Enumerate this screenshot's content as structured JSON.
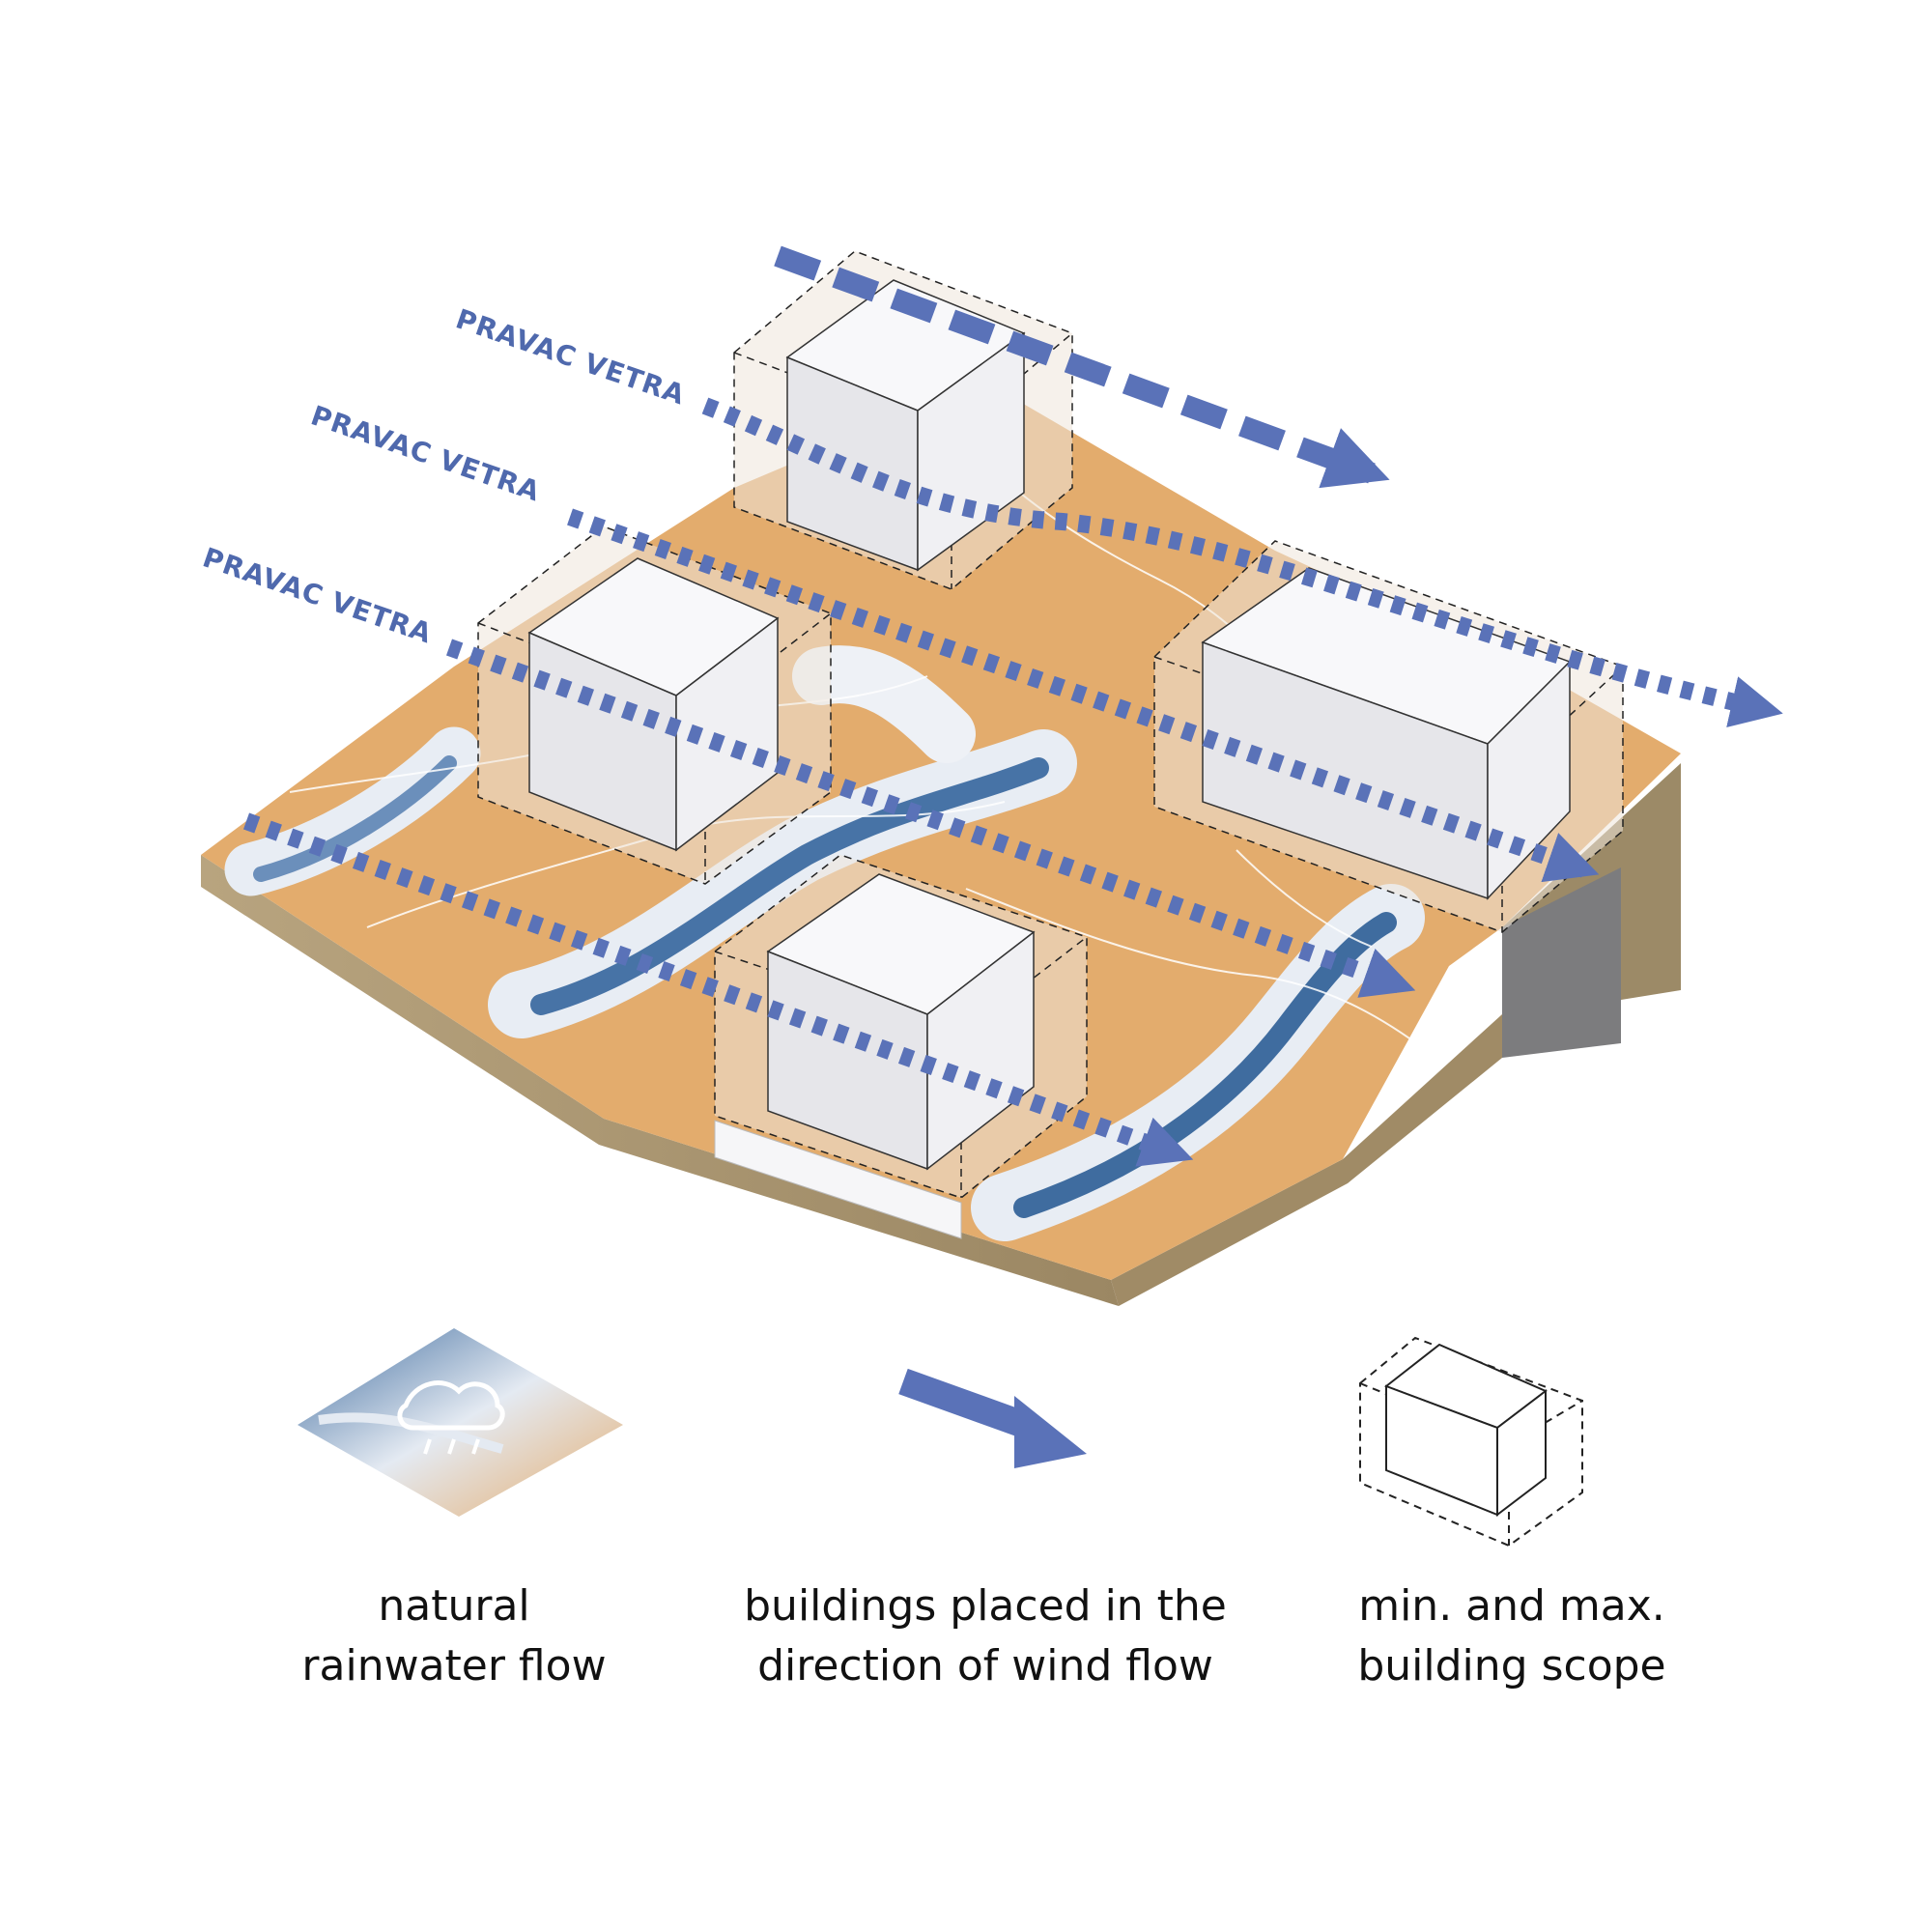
{
  "colors": {
    "terrain": "#e3ac6d",
    "terrain_side": "#a9946f",
    "water": "#3f6c9f",
    "wind_arrow": "#5a72b8",
    "building": "#f4f4f6"
  },
  "wind_labels": [
    "PRAVAC VETRA",
    "PRAVAC VETRA",
    "PRAVAC VETRA"
  ],
  "legend": {
    "rainwater": {
      "icon": "rain-cloud-icon",
      "line1": "natural",
      "line2": "rainwater flow"
    },
    "wind": {
      "icon": "wind-arrow-icon",
      "line1": "buildings placed in the",
      "line2": "direction of wind flow"
    },
    "scope": {
      "icon": "building-scope-icon",
      "line1": "min. and max.",
      "line2": "building scope"
    }
  }
}
